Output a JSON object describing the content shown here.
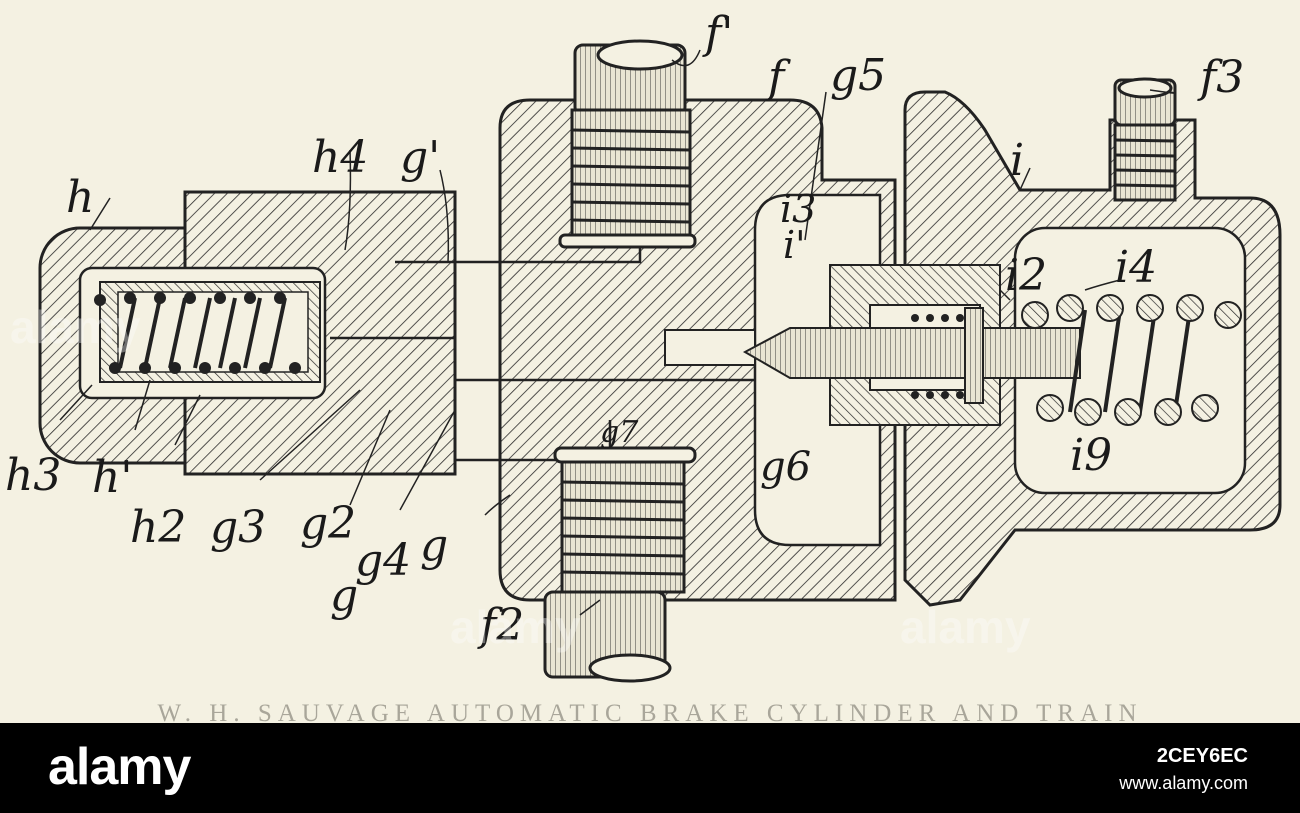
{
  "figure": {
    "caption": "W. H. SAUVAGE AUTOMATIC BRAKE CYLINDER AND TRAIN",
    "labels": [
      "f'",
      "f",
      "g5",
      "f3",
      "h4",
      "g'",
      "h",
      "i3",
      "i'",
      "i",
      "i2",
      "i4",
      "g7",
      "g6",
      "i9",
      "h3",
      "h'",
      "h2",
      "g3",
      "g2",
      "g4",
      "g",
      "g",
      "f2"
    ]
  },
  "watermarks": [
    "alamy",
    "alamy",
    "alamy"
  ],
  "footer": {
    "logo": "alamy",
    "image_id": "2CEY6EC",
    "website": "www.alamy.com"
  }
}
